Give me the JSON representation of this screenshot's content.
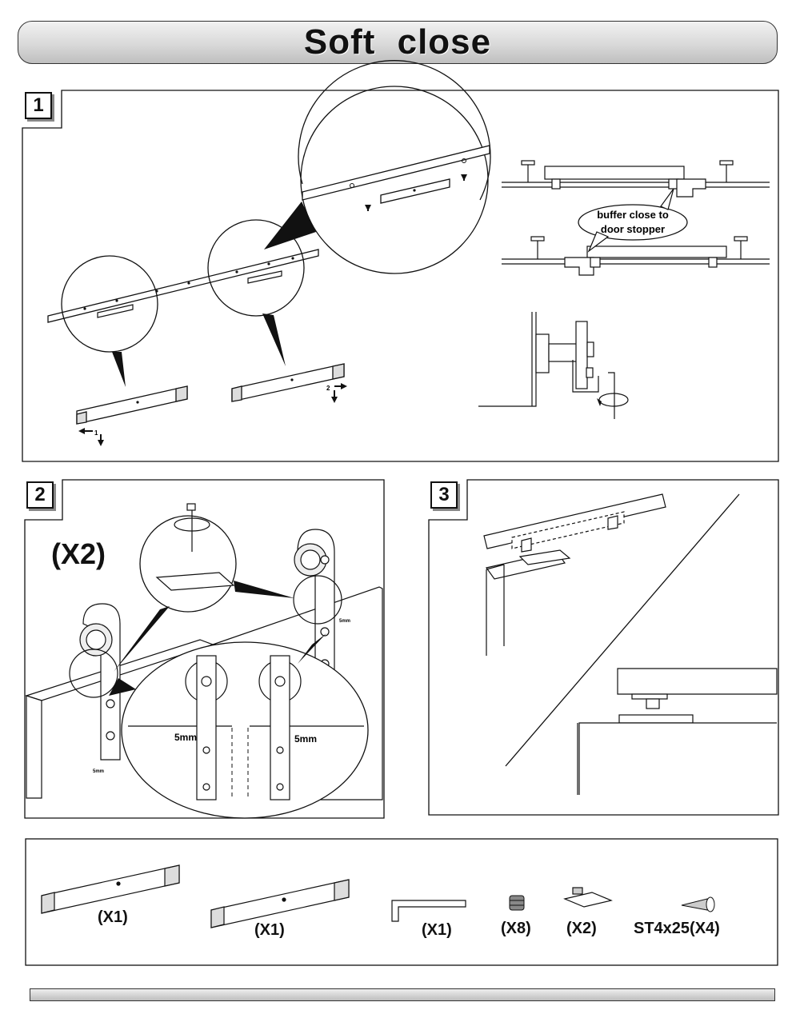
{
  "title": "Soft close",
  "step1": {
    "number": "1",
    "callout": "buffer close to door stopper",
    "callout_line1": "buffer close to",
    "callout_line2": "door stopper",
    "arrow_label_1": "1",
    "arrow_label_2": "2"
  },
  "step2": {
    "number": "2",
    "quantity": "(X2)",
    "dim_left": "5mm",
    "dim_right": "5mm",
    "dim_small_left": "5mm",
    "dim_small_right": "5mm"
  },
  "step3": {
    "number": "3"
  },
  "parts": [
    {
      "name": "soft-close-unit-left",
      "qty": "(X1)"
    },
    {
      "name": "soft-close-unit-right",
      "qty": "(X1)"
    },
    {
      "name": "hex-key",
      "qty": "(X1)"
    },
    {
      "name": "set-screw",
      "qty": "(X8)"
    },
    {
      "name": "door-stopper-plate",
      "qty": "(X2)"
    },
    {
      "name": "screw",
      "qty": "ST4x25(X4)"
    }
  ]
}
